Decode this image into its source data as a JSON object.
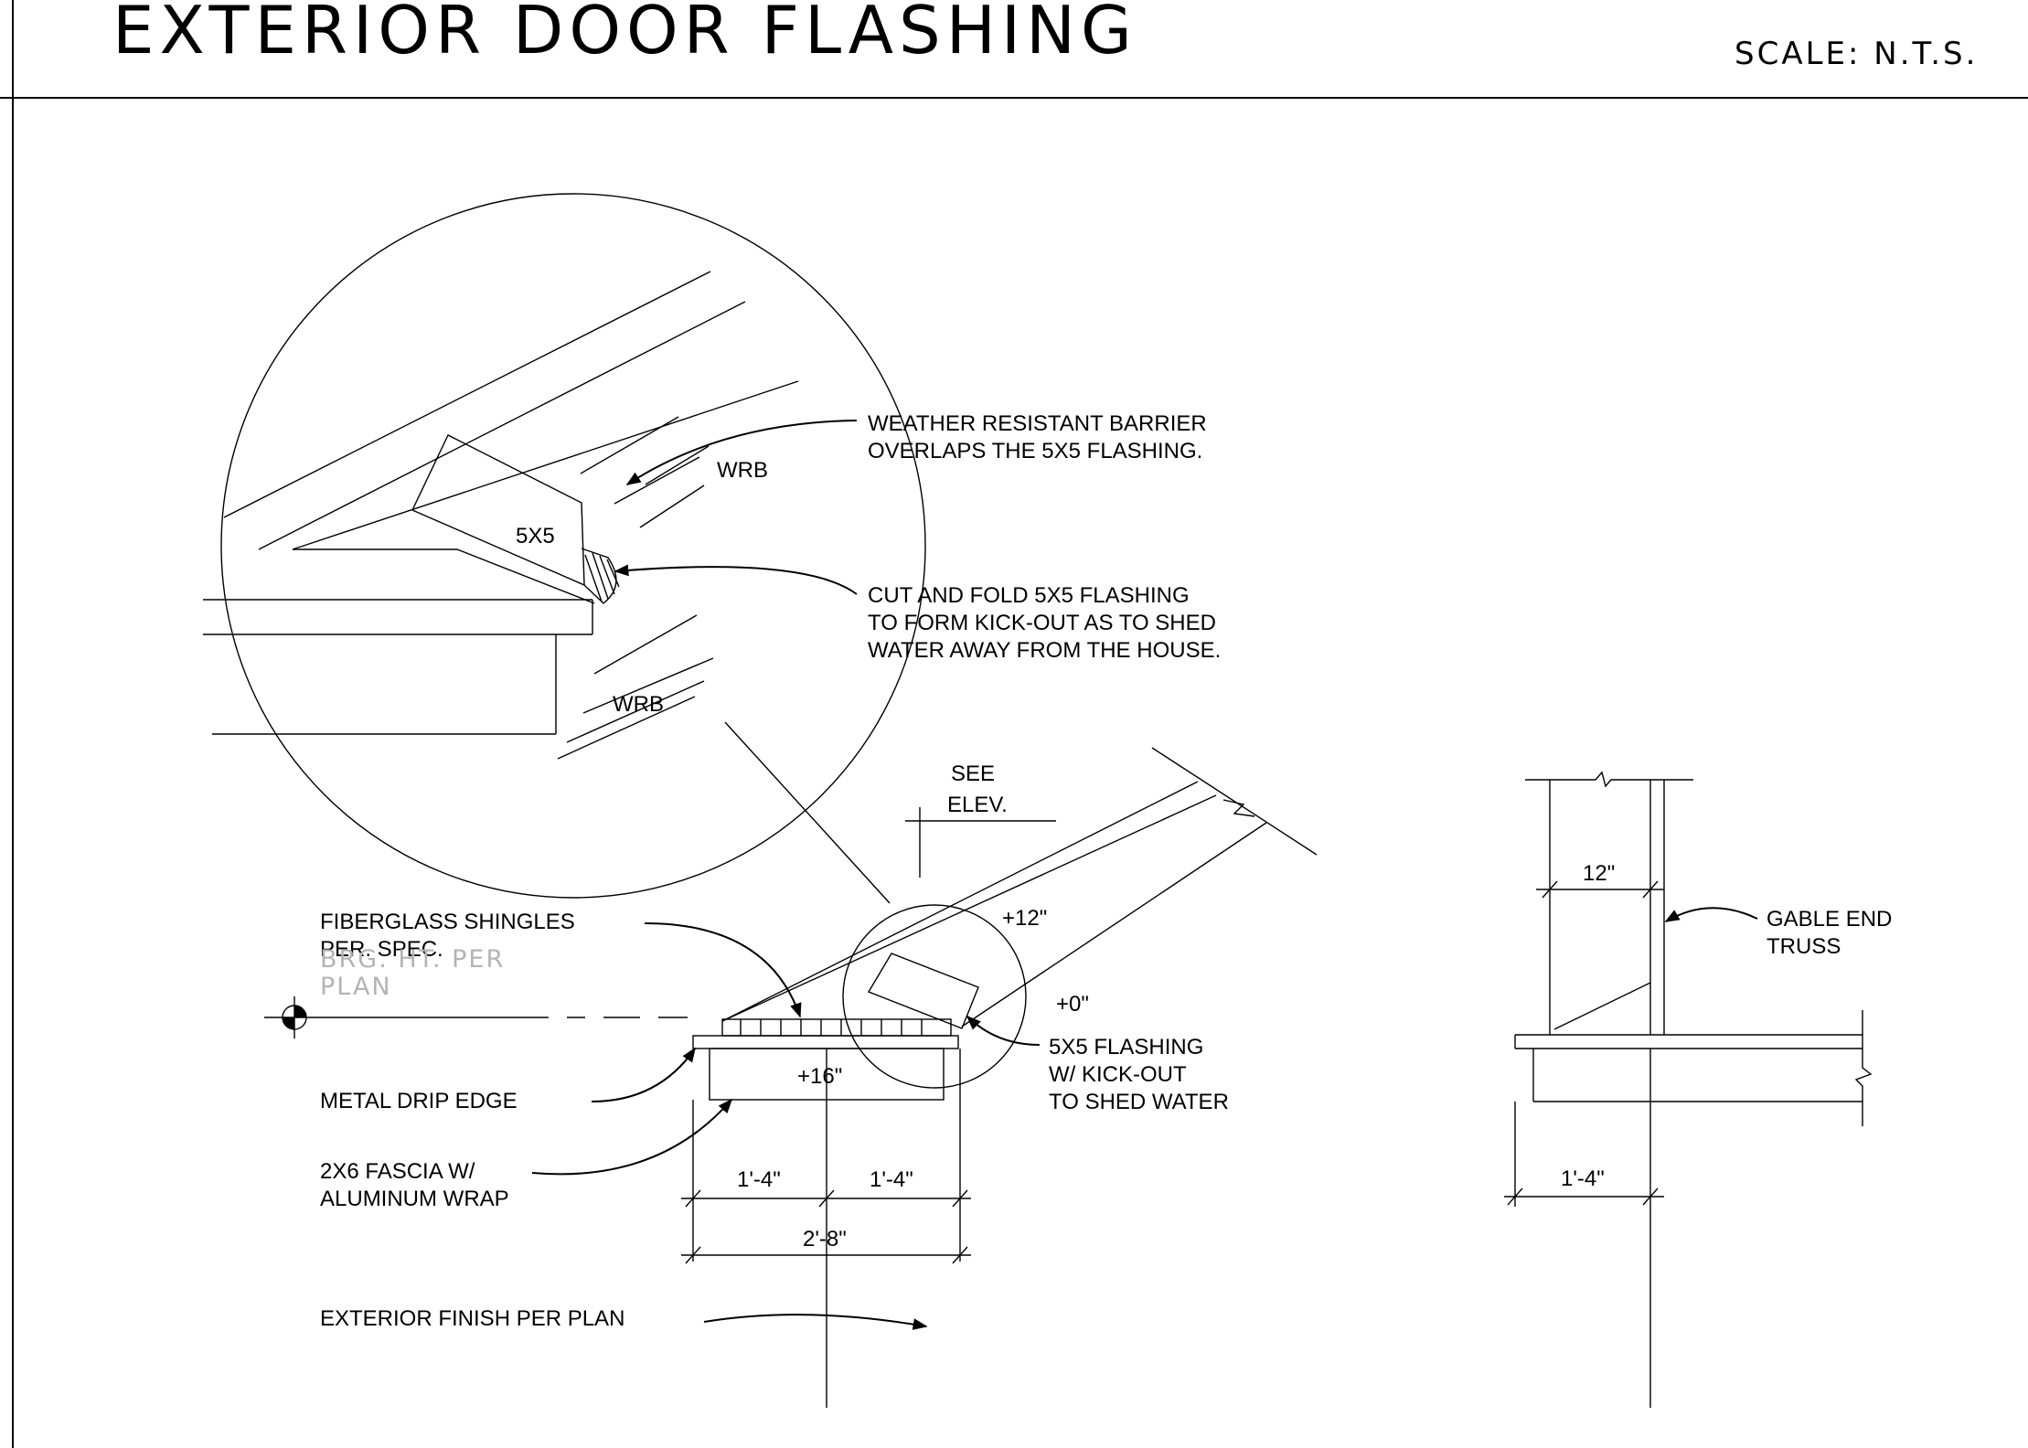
{
  "title": "EXTERIOR DOOR FLASHING",
  "scale": "SCALE: N.T.S.",
  "detail": {
    "wrb_upper": "WRB",
    "wrb_lower": "WRB",
    "flashing_tag": "5X5",
    "note_weather_1": "WEATHER RESISTANT BARRIER",
    "note_weather_2": "OVERLAPS THE 5X5 FLASHING.",
    "note_cut_1": "CUT AND FOLD 5X5 FLASHING",
    "note_cut_2": "TO FORM KICK-OUT AS TO SHED",
    "note_cut_3": "WATER AWAY FROM THE HOUSE."
  },
  "section": {
    "see_elev_1": "SEE",
    "see_elev_2": "ELEV.",
    "shingles_1": "FIBERGLASS SHINGLES",
    "shingles_2": "PER. SPEC.",
    "brg_ht_1": "BRG. HT. PER",
    "brg_ht_2": "PLAN",
    "plus12": "+12\"",
    "plus0": "+0\"",
    "plus16": "+16\"",
    "flashing_1": "5X5 FLASHING",
    "flashing_2": "W/ KICK-OUT",
    "flashing_3": "TO SHED WATER",
    "drip_edge": "METAL DRIP EDGE",
    "fascia_1": "2X6 FASCIA W/",
    "fascia_2": "ALUMINUM WRAP",
    "dim_left": "1'-4\"",
    "dim_right": "1'-4\"",
    "dim_total": "2'-8\"",
    "exterior_finish": "EXTERIOR FINISH PER PLAN"
  },
  "gable": {
    "dim_12": "12\"",
    "truss_1": "GABLE END",
    "truss_2": "TRUSS",
    "dim_16": "1'-4\""
  }
}
